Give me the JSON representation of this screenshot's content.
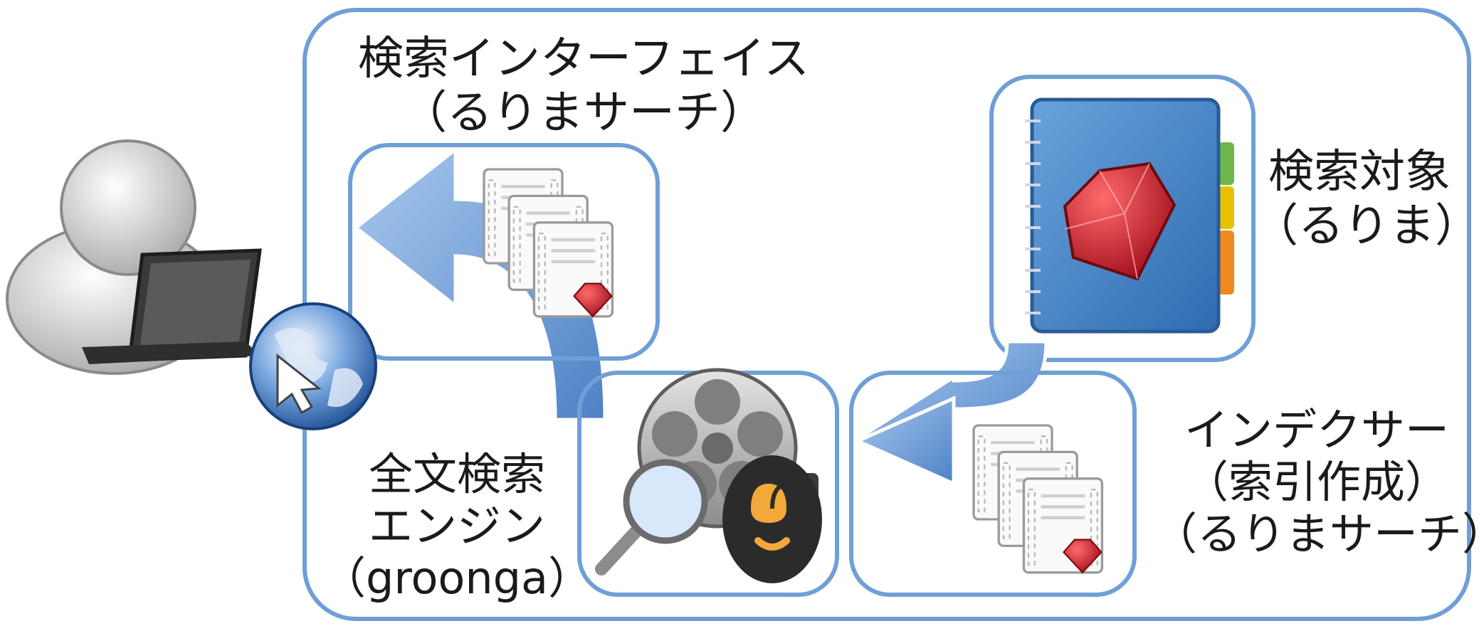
{
  "labels": {
    "search_interface": {
      "line1": "検索インターフェイス",
      "line2": "（るりまサーチ）"
    },
    "search_target": {
      "line1": "検索対象",
      "line2": "（るりま）"
    },
    "indexer": {
      "line1": "インデクサー",
      "line2": "（索引作成）",
      "line3": "（るりまサーチ）"
    },
    "fulltext_engine": {
      "line1": "全文検索",
      "line2": "エンジン",
      "line3": "（groonga）"
    }
  },
  "icons": [
    "user-with-laptop-icon",
    "globe-cursor-icon",
    "document-stack-icon",
    "ruby-book-icon",
    "film-reel-search-icon",
    "groonga-logo-icon",
    "left-arrow-icon"
  ],
  "colors": {
    "frame": "#6f9fd6",
    "arrow": "#5b8fd0",
    "ruby": "#c8102e",
    "book": "#3e7fc4"
  }
}
